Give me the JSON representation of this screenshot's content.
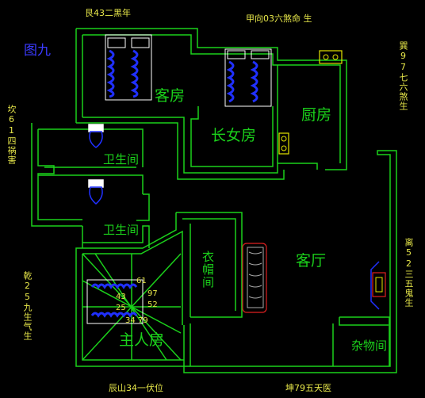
{
  "figure_label": "图九",
  "rooms": {
    "guest_room": "客房",
    "eldest_daughter_room": "长女房",
    "kitchen": "厨房",
    "bathroom_1": "卫生间",
    "bathroom_2": "卫生间",
    "cloakroom": "衣帽间",
    "living_room": "客厅",
    "master_bedroom": "主人房",
    "storage_room": "杂物间"
  },
  "directions": {
    "top_left": "艮43二黑年",
    "top_right": "甲向03六煞命 生",
    "left_upper": "坎61四祸害",
    "left_lower": "乾25九生气生",
    "right_upper": "巽97七六煞生",
    "right_lower": "离52三五鬼生",
    "bottom_left": "辰山34一伏位",
    "bottom_right": "坤79五天医"
  },
  "center_numbers": {
    "n1": "61",
    "n2": "97",
    "n3": "52",
    "n4": "25",
    "n5": "43",
    "n6": "34",
    "n7": "79"
  },
  "colors": {
    "wall": "#1bd11b",
    "label_yellow": "#e8e84a",
    "fixture_blue": "#2030ff",
    "fixture_white": "#ffffff",
    "stove_yellow": "#e6e600",
    "sofa_red": "#e02020"
  }
}
